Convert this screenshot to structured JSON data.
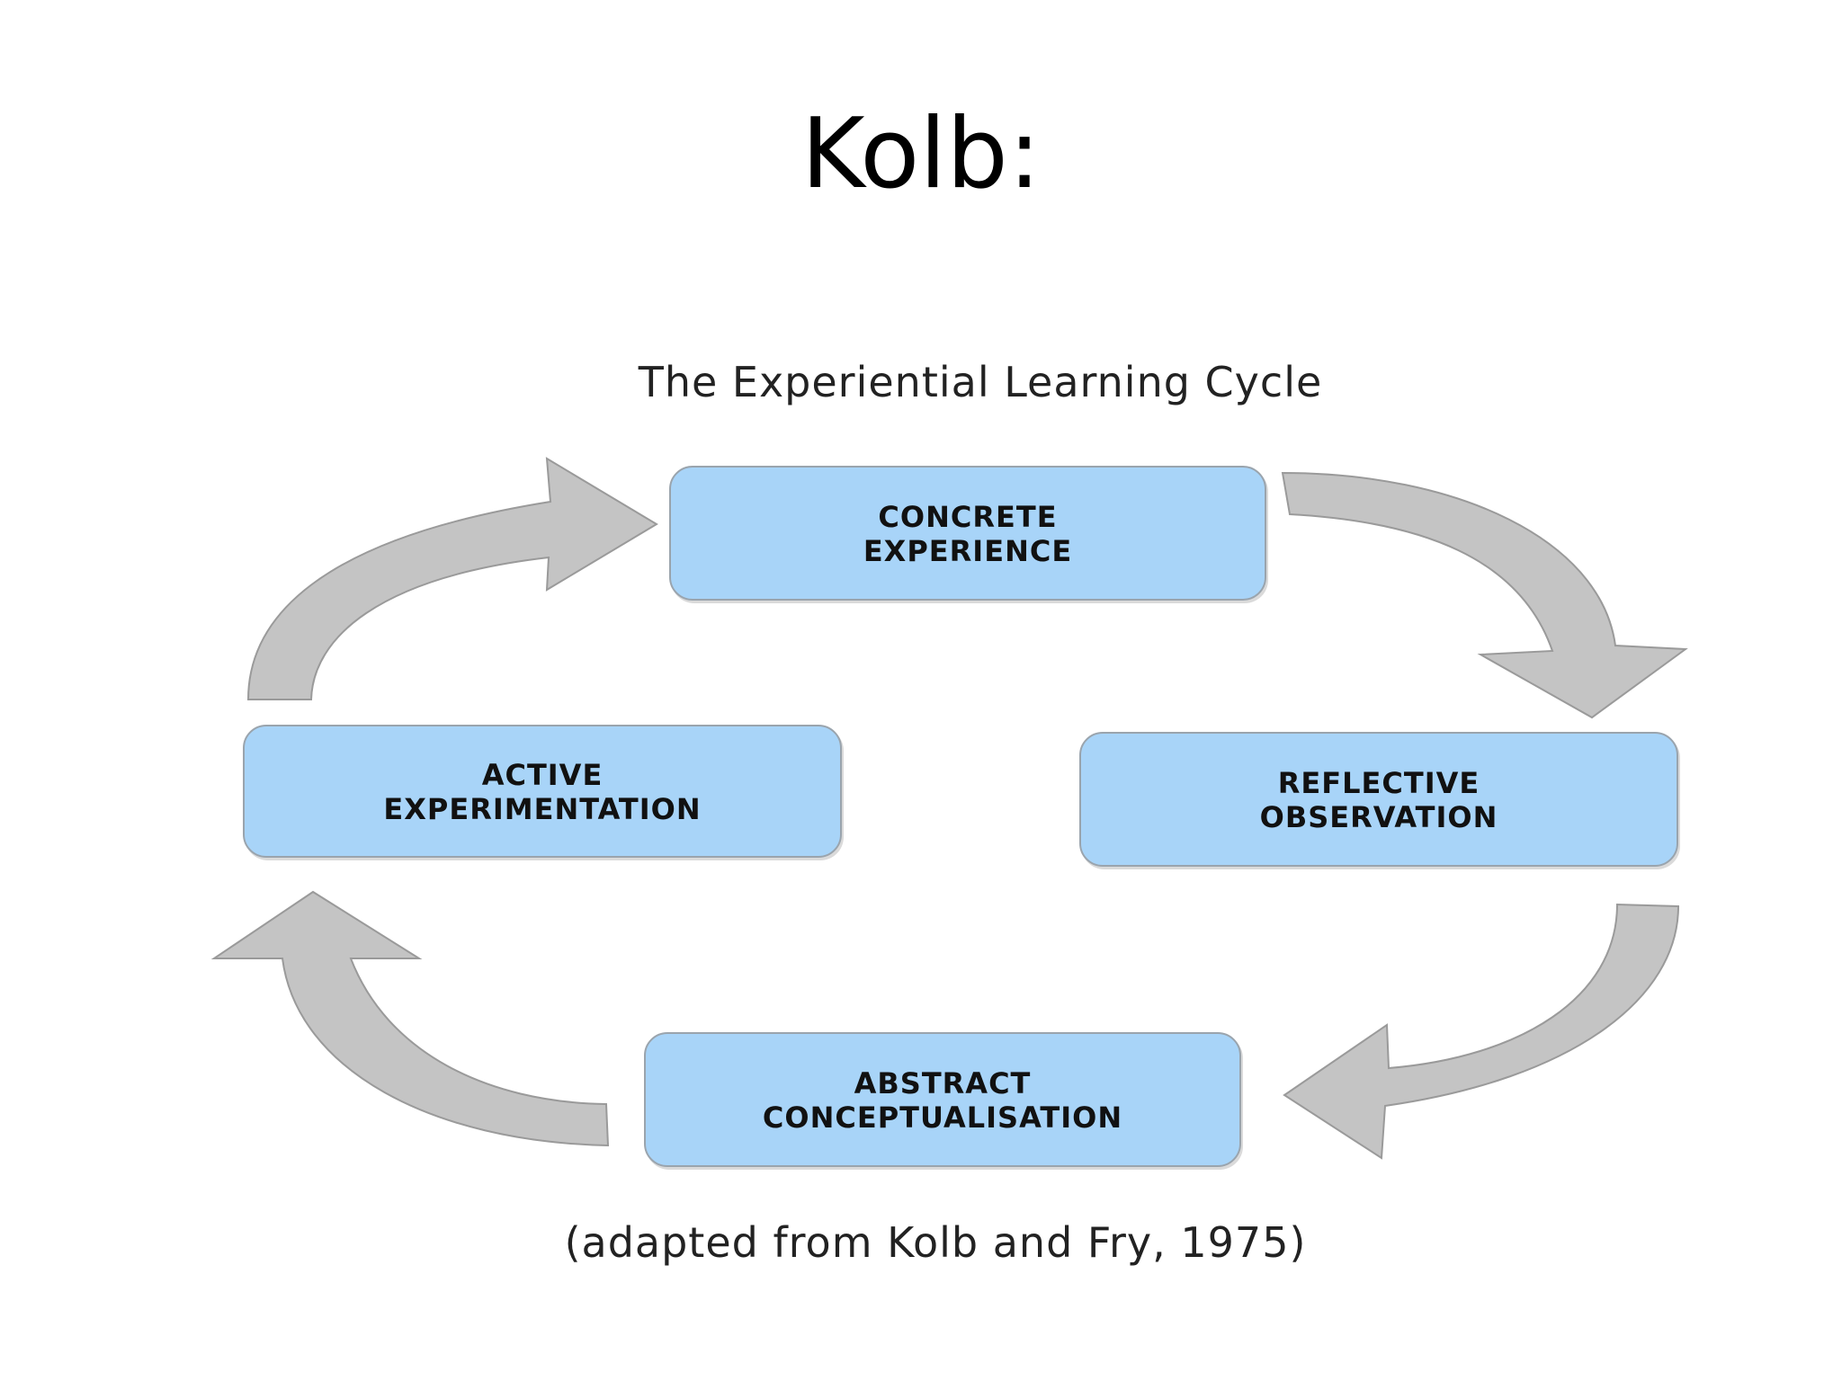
{
  "slide": {
    "title": "Kolb:"
  },
  "diagram": {
    "title": "The Experiential Learning Cycle",
    "citation": "(adapted from Kolb and Fry, 1975)",
    "stages": {
      "concrete_experience": [
        "CONCRETE",
        "EXPERIENCE"
      ],
      "reflective_observation": [
        "REFLECTIVE",
        "OBSERVATION"
      ],
      "abstract_conceptualisation": [
        "ABSTRACT",
        "CONCEPTUALISATION"
      ],
      "active_experimentation": [
        "ACTIVE",
        "EXPERIMENTATION"
      ]
    },
    "colors": {
      "box_fill": "#a8d4f8",
      "arrow_fill": "#c4c4c4"
    }
  }
}
